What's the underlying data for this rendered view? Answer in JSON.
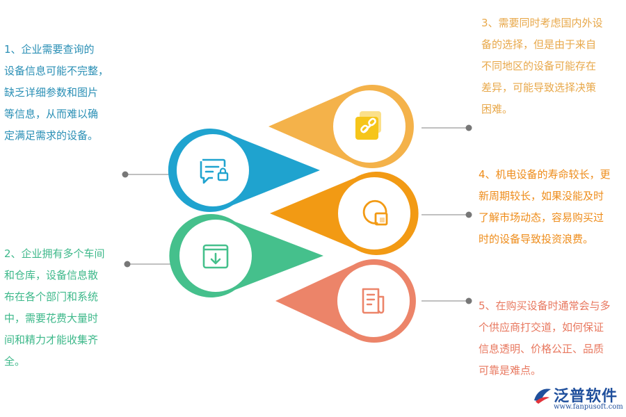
{
  "points": [
    {
      "id": 1,
      "text": "  1、企业需要查询的\n设备信息可能不完整，\n  缺乏详细参数和图片\n  等信息，从而难以确\n  定满足需求的设备。",
      "color": "#1fa3cf",
      "icon": "chat-lock-icon"
    },
    {
      "id": 2,
      "text": "2、企业拥有多个车间\n和仓库，设备信息散\n布在各个部门和系统\n中，需要花费大量时\n间和精力才能收集齐\n全。",
      "color": "#45c08c",
      "icon": "download-box-icon"
    },
    {
      "id": 3,
      "text": "3、需要同时考虑国内外设\n备的选择，但是由于来自\n不同地区的设备可能存在\n差异，可能导致选择决策\n困难。",
      "color": "#f4b24a",
      "icon": "link-copy-icon"
    },
    {
      "id": 4,
      "text": "4、机电设备的寿命较长，更\n新周期较长，如果没能及时\n了解市场动态，容易购买过\n时的设备导致投资浪费。",
      "color": "#f29a14",
      "icon": "pie-square-icon"
    },
    {
      "id": 5,
      "text": "5、在购买设备时通常会与多\n个供应商打交道，如何保证\n信息透明、价格公正、品质\n可靠是难点。",
      "color": "#ec8469",
      "icon": "document-icon"
    }
  ],
  "brand": {
    "name": "泛普软件",
    "url": "www.fanpusoft.com"
  }
}
